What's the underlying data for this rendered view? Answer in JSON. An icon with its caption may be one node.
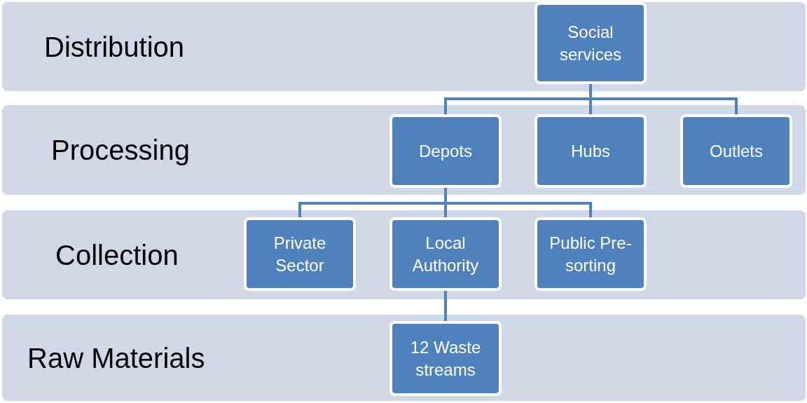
{
  "diagram": {
    "nodes": [
      {
        "text": [
          "Distribution"
        ]
      },
      {
        "text": [
          "Social services"
        ],
        "in": 0
      },
      {
        "text": [
          "Processing"
        ]
      },
      {
        "text": [
          "Depots"
        ],
        "in": 2
      },
      {
        "text": [
          "Hubs"
        ],
        "in": 2
      },
      {
        "text": [
          "Outlets"
        ],
        "in": 2
      },
      {
        "text": [
          "Collection"
        ]
      },
      {
        "text": [
          "Private Sector"
        ],
        "in": 6
      },
      {
        "text": [
          "Local Authority"
        ],
        "in": 6
      },
      {
        "text": [
          "Public Pre-sorting"
        ],
        "in": 6
      },
      {
        "text": [
          "Raw Materials"
        ]
      },
      {
        "text": [
          "12 Waste streams"
        ],
        "in": 10
      }
    ],
    "edges": [
      {
        "from": 1,
        "to": 3,
        "arrow": "none"
      },
      {
        "from": 1,
        "to": 4,
        "arrow": "none"
      },
      {
        "from": 1,
        "to": 5,
        "arrow": "none"
      },
      {
        "from": 3,
        "to": 7,
        "arrow": "none"
      },
      {
        "from": 3,
        "to": 8,
        "arrow": "none"
      },
      {
        "from": 3,
        "to": 9,
        "arrow": "none"
      },
      {
        "from": 8,
        "to": 11,
        "arrow": "none"
      }
    ]
  }
}
